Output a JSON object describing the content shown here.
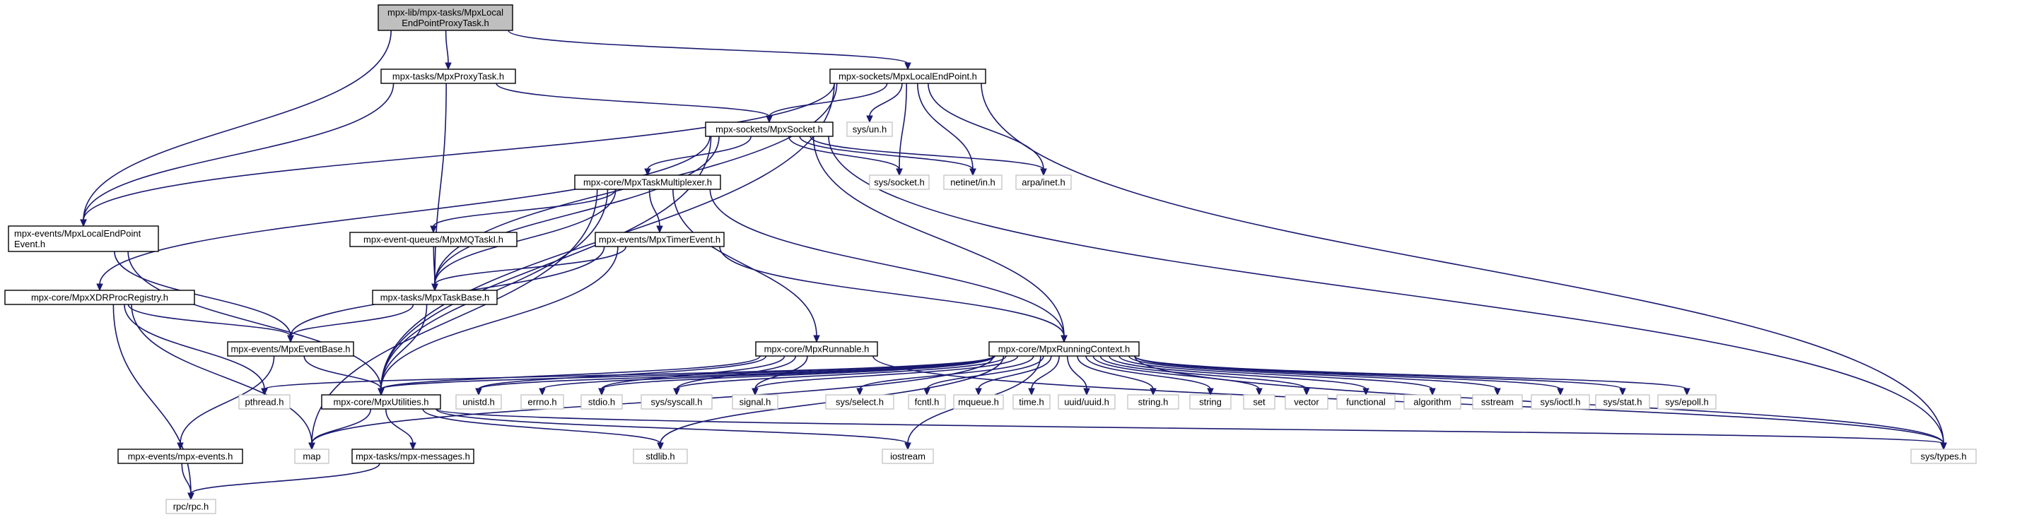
{
  "graph": {
    "nodes": [
      {
        "id": "root",
        "kind": "root",
        "lines": [
          "mpx-lib/mpx-tasks/MpxLocal",
          "EndPointProxyTask.h"
        ]
      },
      {
        "id": "proxytask",
        "kind": "file",
        "lines": [
          "mpx-tasks/MpxProxyTask.h"
        ]
      },
      {
        "id": "localendpoint",
        "kind": "file",
        "lines": [
          "mpx-sockets/MpxLocalEndPoint.h"
        ]
      },
      {
        "id": "socket",
        "kind": "file",
        "lines": [
          "mpx-sockets/MpxSocket.h"
        ]
      },
      {
        "id": "taskmux",
        "kind": "file",
        "lines": [
          "mpx-core/MpxTaskMultiplexer.h"
        ]
      },
      {
        "id": "localendpointevent",
        "kind": "file",
        "lines": [
          "mpx-events/MpxLocalEndPoint",
          "Event.h"
        ]
      },
      {
        "id": "mqtask",
        "kind": "file",
        "lines": [
          "mpx-event-queues/MpxMQTaskI.h"
        ]
      },
      {
        "id": "timerevent",
        "kind": "file",
        "lines": [
          "mpx-events/MpxTimerEvent.h"
        ]
      },
      {
        "id": "xdrproc",
        "kind": "file",
        "lines": [
          "mpx-core/MpxXDRProcRegistry.h"
        ]
      },
      {
        "id": "taskbase",
        "kind": "file",
        "lines": [
          "mpx-tasks/MpxTaskBase.h"
        ]
      },
      {
        "id": "eventbase",
        "kind": "file",
        "lines": [
          "mpx-events/MpxEventBase.h"
        ]
      },
      {
        "id": "runnable",
        "kind": "file",
        "lines": [
          "mpx-core/MpxRunnable.h"
        ]
      },
      {
        "id": "runningctx",
        "kind": "file",
        "lines": [
          "mpx-core/MpxRunningContext.h"
        ]
      },
      {
        "id": "utilities",
        "kind": "file",
        "lines": [
          "mpx-core/MpxUtilities.h"
        ]
      },
      {
        "id": "mpxevents",
        "kind": "file",
        "lines": [
          "mpx-events/mpx-events.h"
        ]
      },
      {
        "id": "mpxmessages",
        "kind": "file",
        "lines": [
          "mpx-tasks/mpx-messages.h"
        ]
      },
      {
        "id": "sys_un",
        "kind": "sys",
        "lines": [
          "sys/un.h"
        ]
      },
      {
        "id": "sys_socket",
        "kind": "sys",
        "lines": [
          "sys/socket.h"
        ]
      },
      {
        "id": "netinet_in",
        "kind": "sys",
        "lines": [
          "netinet/in.h"
        ]
      },
      {
        "id": "arpa_inet",
        "kind": "sys",
        "lines": [
          "arpa/inet.h"
        ]
      },
      {
        "id": "pthread",
        "kind": "sys",
        "lines": [
          "pthread.h"
        ]
      },
      {
        "id": "unistd",
        "kind": "sys",
        "lines": [
          "unistd.h"
        ]
      },
      {
        "id": "errno",
        "kind": "sys",
        "lines": [
          "errno.h"
        ]
      },
      {
        "id": "stdio",
        "kind": "sys",
        "lines": [
          "stdio.h"
        ]
      },
      {
        "id": "sys_syscall",
        "kind": "sys",
        "lines": [
          "sys/syscall.h"
        ]
      },
      {
        "id": "signal",
        "kind": "sys",
        "lines": [
          "signal.h"
        ]
      },
      {
        "id": "sys_select",
        "kind": "sys",
        "lines": [
          "sys/select.h"
        ]
      },
      {
        "id": "fcntl",
        "kind": "sys",
        "lines": [
          "fcntl.h"
        ]
      },
      {
        "id": "mqueue",
        "kind": "sys",
        "lines": [
          "mqueue.h"
        ]
      },
      {
        "id": "time",
        "kind": "sys",
        "lines": [
          "time.h"
        ]
      },
      {
        "id": "uuid",
        "kind": "sys",
        "lines": [
          "uuid/uuid.h"
        ]
      },
      {
        "id": "string_h",
        "kind": "sys",
        "lines": [
          "string.h"
        ]
      },
      {
        "id": "string",
        "kind": "sys",
        "lines": [
          "string"
        ]
      },
      {
        "id": "set",
        "kind": "sys",
        "lines": [
          "set"
        ]
      },
      {
        "id": "vector",
        "kind": "sys",
        "lines": [
          "vector"
        ]
      },
      {
        "id": "functional",
        "kind": "sys",
        "lines": [
          "functional"
        ]
      },
      {
        "id": "algorithm",
        "kind": "sys",
        "lines": [
          "algorithm"
        ]
      },
      {
        "id": "sstream",
        "kind": "sys",
        "lines": [
          "sstream"
        ]
      },
      {
        "id": "sys_ioctl",
        "kind": "sys",
        "lines": [
          "sys/ioctl.h"
        ]
      },
      {
        "id": "sys_stat",
        "kind": "sys",
        "lines": [
          "sys/stat.h"
        ]
      },
      {
        "id": "sys_epoll",
        "kind": "sys",
        "lines": [
          "sys/epoll.h"
        ]
      },
      {
        "id": "map",
        "kind": "sys",
        "lines": [
          "map"
        ]
      },
      {
        "id": "stdlib",
        "kind": "sys",
        "lines": [
          "stdlib.h"
        ]
      },
      {
        "id": "iostream",
        "kind": "sys",
        "lines": [
          "iostream"
        ]
      },
      {
        "id": "sys_types",
        "kind": "sys",
        "lines": [
          "sys/types.h"
        ]
      },
      {
        "id": "rpc",
        "kind": "sys",
        "lines": [
          "rpc/rpc.h"
        ]
      }
    ],
    "edges": [
      [
        "root",
        "proxytask"
      ],
      [
        "root",
        "localendpoint"
      ],
      [
        "root",
        "localendpointevent"
      ],
      [
        "proxytask",
        "socket"
      ],
      [
        "proxytask",
        "taskbase"
      ],
      [
        "proxytask",
        "localendpointevent"
      ],
      [
        "localendpoint",
        "socket"
      ],
      [
        "localendpoint",
        "sys_un"
      ],
      [
        "localendpoint",
        "sys_socket"
      ],
      [
        "localendpoint",
        "netinet_in"
      ],
      [
        "localendpoint",
        "arpa_inet"
      ],
      [
        "localendpoint",
        "sys_types"
      ],
      [
        "localendpoint",
        "taskbase"
      ],
      [
        "localendpoint",
        "localendpointevent"
      ],
      [
        "localendpoint",
        "utilities"
      ],
      [
        "socket",
        "taskmux"
      ],
      [
        "socket",
        "xdrproc"
      ],
      [
        "socket",
        "taskbase"
      ],
      [
        "socket",
        "utilities"
      ],
      [
        "socket",
        "runningctx"
      ],
      [
        "socket",
        "sys_socket"
      ],
      [
        "socket",
        "netinet_in"
      ],
      [
        "socket",
        "arpa_inet"
      ],
      [
        "socket",
        "sys_types"
      ],
      [
        "taskmux",
        "mqtask"
      ],
      [
        "taskmux",
        "timerevent"
      ],
      [
        "taskmux",
        "taskbase"
      ],
      [
        "taskmux",
        "runnable"
      ],
      [
        "taskmux",
        "runningctx"
      ],
      [
        "taskmux",
        "utilities"
      ],
      [
        "taskmux",
        "map"
      ],
      [
        "mqtask",
        "taskbase"
      ],
      [
        "timerevent",
        "taskbase"
      ],
      [
        "timerevent",
        "eventbase"
      ],
      [
        "timerevent",
        "runningctx"
      ],
      [
        "timerevent",
        "utilities"
      ],
      [
        "localendpointevent",
        "eventbase"
      ],
      [
        "localendpointevent",
        "utilities"
      ],
      [
        "xdrproc",
        "eventbase"
      ],
      [
        "xdrproc",
        "pthread"
      ],
      [
        "xdrproc",
        "map"
      ],
      [
        "xdrproc",
        "rpc"
      ],
      [
        "taskbase",
        "eventbase"
      ],
      [
        "taskbase",
        "utilities"
      ],
      [
        "eventbase",
        "utilities"
      ],
      [
        "eventbase",
        "mpxevents"
      ],
      [
        "runnable",
        "utilities"
      ],
      [
        "runnable",
        "unistd"
      ],
      [
        "runnable",
        "stdio"
      ],
      [
        "runnable",
        "sys_syscall"
      ],
      [
        "runnable",
        "signal"
      ],
      [
        "runnable",
        "sys_types"
      ],
      [
        "runningctx",
        "utilities"
      ],
      [
        "runningctx",
        "pthread"
      ],
      [
        "runningctx",
        "unistd"
      ],
      [
        "runningctx",
        "errno"
      ],
      [
        "runningctx",
        "stdio"
      ],
      [
        "runningctx",
        "sys_syscall"
      ],
      [
        "runningctx",
        "signal"
      ],
      [
        "runningctx",
        "sys_select"
      ],
      [
        "runningctx",
        "fcntl"
      ],
      [
        "runningctx",
        "mqueue"
      ],
      [
        "runningctx",
        "time"
      ],
      [
        "runningctx",
        "uuid"
      ],
      [
        "runningctx",
        "string_h"
      ],
      [
        "runningctx",
        "string"
      ],
      [
        "runningctx",
        "set"
      ],
      [
        "runningctx",
        "vector"
      ],
      [
        "runningctx",
        "functional"
      ],
      [
        "runningctx",
        "algorithm"
      ],
      [
        "runningctx",
        "sstream"
      ],
      [
        "runningctx",
        "sys_ioctl"
      ],
      [
        "runningctx",
        "sys_stat"
      ],
      [
        "runningctx",
        "sys_epoll"
      ],
      [
        "runningctx",
        "map"
      ],
      [
        "runningctx",
        "stdlib"
      ],
      [
        "runningctx",
        "iostream"
      ],
      [
        "runningctx",
        "sys_types"
      ],
      [
        "utilities",
        "map"
      ],
      [
        "utilities",
        "mpxmessages"
      ],
      [
        "utilities",
        "stdlib"
      ],
      [
        "utilities",
        "iostream"
      ],
      [
        "utilities",
        "sys_types"
      ],
      [
        "mpxevents",
        "rpc"
      ],
      [
        "mpxmessages",
        "rpc"
      ]
    ],
    "colors": {
      "edge": "#191970",
      "root_fill": "#bfbfbf",
      "node_border": "#000000",
      "sys_border": "#bfbfbf",
      "background": "#ffffff"
    },
    "icons": {
      "arrowhead": "arrow-head-icon"
    }
  }
}
